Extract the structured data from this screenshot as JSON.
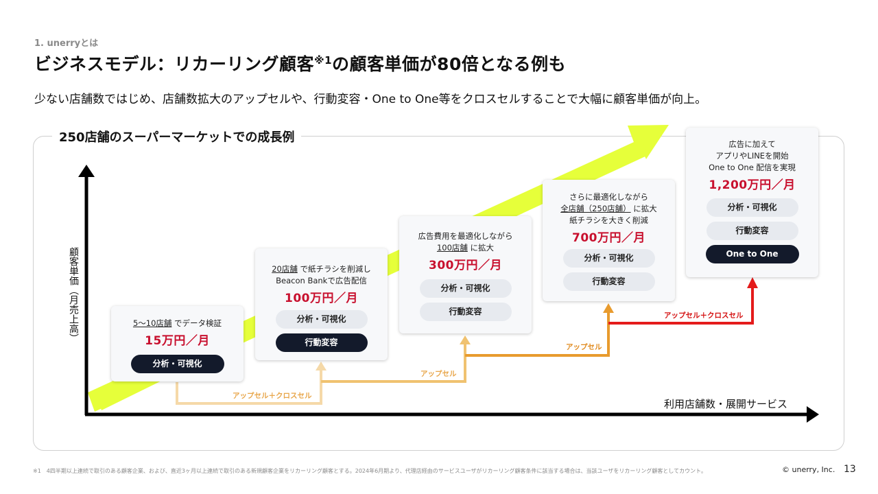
{
  "header": {
    "section": "1. unerryとは",
    "title_before": "ビジネスモデル：リカーリング顧客",
    "title_note": "※1",
    "title_after": "の顧客単価が80倍となる例も",
    "subtitle": "少ない店舗数ではじめ、店舗数拡大のアップセルや、行動変容・One to One等をクロスセルすることで大幅に顧客単価が向上。"
  },
  "diagram": {
    "title": "250店舗のスーパーマーケットでの成長例",
    "y_axis_label": "顧客単価（月売上高）",
    "x_axis_label": "利用店舗数・展開サービス",
    "colors": {
      "accent_green": "#e6ff3a",
      "price_red": "#c8102e",
      "link_light": "#f5d9a8",
      "link_mid": "#f0b84a",
      "link_dark": "#e89b2e",
      "link_red": "#e41b1b",
      "pill_dark": "#131a2b"
    }
  },
  "stages": [
    {
      "desc_u": "5〜10店舗",
      "desc_rest": " でデータ検証",
      "desc2": "",
      "desc3": "",
      "price": "15万円／月",
      "pills": [
        {
          "label": "分析・可視化",
          "dark": true
        }
      ]
    },
    {
      "desc_u": "20店舗",
      "desc_rest": " で紙チラシを削減し",
      "desc2": "Beacon Bankで広告配信",
      "desc3": "",
      "price": "100万円／月",
      "pills": [
        {
          "label": "分析・可視化",
          "dark": false
        },
        {
          "label": "行動変容",
          "dark": true
        }
      ]
    },
    {
      "desc_pre": "広告費用を最適化しながら",
      "desc_u": "100店舗",
      "desc_rest": " に拡大",
      "price": "300万円／月",
      "pills": [
        {
          "label": "分析・可視化",
          "dark": false
        },
        {
          "label": "行動変容",
          "dark": false
        }
      ]
    },
    {
      "desc_pre": "さらに最適化しながら",
      "desc_u": "全店舗（250店舗）",
      "desc_rest": " に拡大",
      "desc3": "紙チラシを大きく削減",
      "price": "700万円／月",
      "pills": [
        {
          "label": "分析・可視化",
          "dark": false
        },
        {
          "label": "行動変容",
          "dark": false
        }
      ]
    },
    {
      "desc1": "広告に加えて",
      "desc2": "アプリやLINEを開始",
      "desc3": "One to One 配信を実現",
      "price": "1,200万円／月",
      "pills": [
        {
          "label": "分析・可視化",
          "dark": false
        },
        {
          "label": "行動変容",
          "dark": false
        },
        {
          "label": "One to One",
          "dark": true
        }
      ]
    }
  ],
  "links": [
    {
      "label": "アップセル＋クロスセル",
      "color": "#e8a64a"
    },
    {
      "label": "アップセル",
      "color": "#e8a64a"
    },
    {
      "label": "アップセル",
      "color": "#e08a1e"
    },
    {
      "label": "アップセル＋クロスセル",
      "color": "#d40f0f"
    }
  ],
  "footer": {
    "footnote": "※1　4四半期以上連続で取引のある顧客企業、および、直近3ヶ月以上連続で取引のある新規顧客企業をリカーリング顧客とする。2024年6月期より、代理店経由のサービスユーザがリカーリング顧客条件に該当する場合は、当該ユーザをリカーリング顧客としてカウント。",
    "copyright": "© unerry, Inc.",
    "page_number": "13"
  }
}
